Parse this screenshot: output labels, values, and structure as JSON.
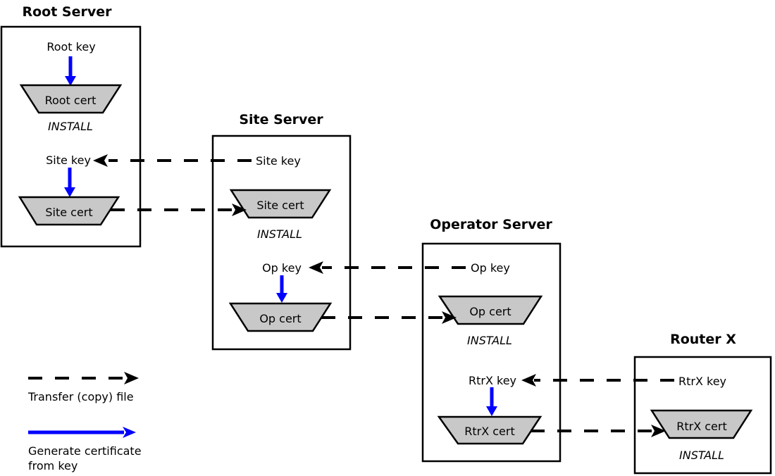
{
  "diagram": {
    "root": {
      "title": "Root Server",
      "root_key": "Root key",
      "root_cert": "Root cert",
      "install": "INSTALL",
      "site_key": "Site key",
      "site_cert": "Site cert"
    },
    "site": {
      "title": "Site Server",
      "site_key": "Site key",
      "site_cert": "Site cert",
      "install": "INSTALL",
      "op_key": "Op key",
      "op_cert": "Op cert"
    },
    "operator": {
      "title": "Operator Server",
      "op_key": "Op key",
      "op_cert": "Op cert",
      "install": "INSTALL",
      "rtrx_key": "RtrX key",
      "rtrx_cert": "RtrX cert"
    },
    "router": {
      "title": "Router X",
      "rtrx_key": "RtrX key",
      "rtrx_cert": "RtrX cert",
      "install": "INSTALL"
    },
    "legend": {
      "transfer": "Transfer (copy) file",
      "generate_line1": "Generate certificate",
      "generate_line2": "from key"
    },
    "colors": {
      "cert_fill": "#c8c8c8",
      "generate_arrow": "#0000ff",
      "transfer_arrow": "#000000",
      "box_border": "#000000",
      "background": "#ffffff"
    }
  }
}
